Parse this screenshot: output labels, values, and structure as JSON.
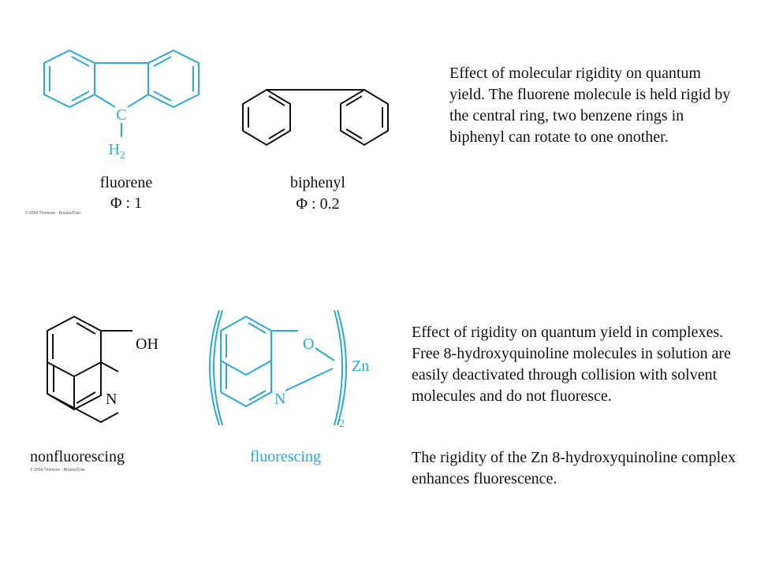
{
  "top_panel": {
    "fluorene": {
      "atom_c": "C",
      "atom_h": "H",
      "h_sub": "2",
      "name": "fluorene",
      "phi": "Φ : 1"
    },
    "biphenyl": {
      "name": "biphenyl",
      "phi": "Φ : 0.2"
    },
    "copyright": "© 2004 Thomson - Brooks/Cole",
    "description": "Effect of molecular rigidity on quantum yield. The fluorene molecule is held rigid by the central ring, two benzene rings in biphenyl can rotate to one onother."
  },
  "bottom_panel": {
    "quinoline": {
      "oh": "OH",
      "n": "N",
      "name": "nonfluorescing"
    },
    "complex": {
      "o": "O",
      "n": "N",
      "zn": "Zn",
      "sub": "2",
      "name": "fluorescing"
    },
    "copyright": "© 2004 Thomson - Brooks/Cole",
    "description1": "Effect of rigidity on quantum yield in complexes. Free 8-hydroxyquinoline molecules in solution are easily deactivated through collision with solvent molecules and do not fluoresce.",
    "description2": "The rigidity of the Zn 8-hydroxyquinoline complex enhances fluorescence."
  },
  "colors": {
    "structure_blue": "#2aa8d8",
    "structure_black": "#111111"
  }
}
